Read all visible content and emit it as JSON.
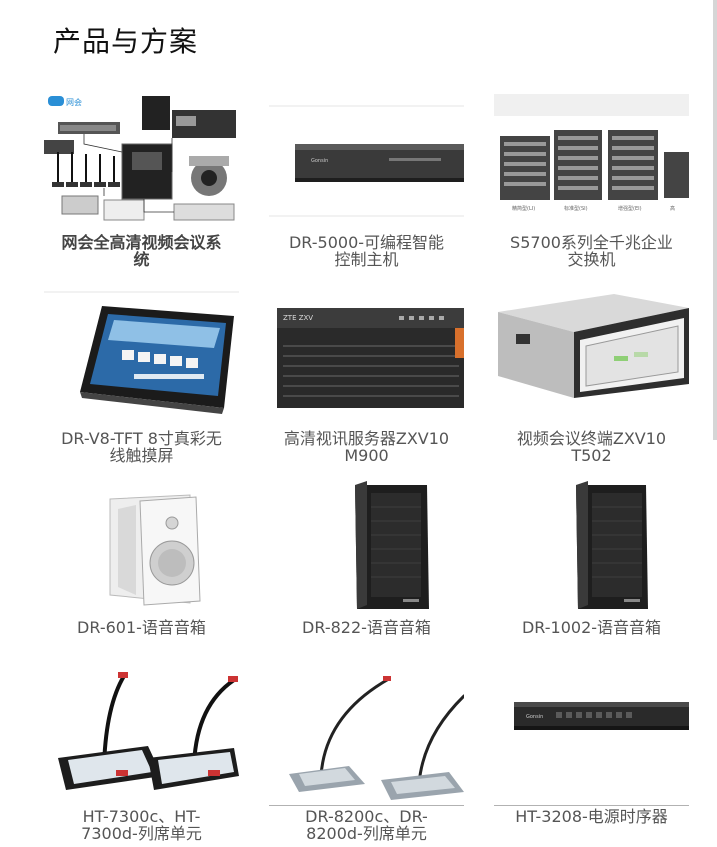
{
  "page": {
    "title": "产品与方案"
  },
  "products": [
    {
      "name": "网会全高清视频会议系统",
      "lines": [
        "网会全高清视频会议系",
        "统"
      ],
      "image": "video-conference-system-diagram",
      "bold": true
    },
    {
      "name": "DR-5000-可编程智能控制主机",
      "lines": [
        "DR-5000-可编程智能",
        "控制主机"
      ],
      "image": "rack-controller"
    },
    {
      "name": "S5700系列全千兆企业交换机",
      "lines": [
        "S5700系列全千兆企业",
        "交换机"
      ],
      "image": "network-switches"
    },
    {
      "name": "DR-V8-TFT 8寸真彩无线触摸屏",
      "lines": [
        "DR-V8-TFT 8寸真彩无",
        "线触摸屏"
      ],
      "image": "touch-panel"
    },
    {
      "name": "高清视讯服务器ZXV10 M900",
      "lines": [
        "高清视讯服务器ZXV10",
        "M900"
      ],
      "image": "video-server"
    },
    {
      "name": "视频会议终端ZXV10 T502",
      "lines": [
        "视频会议终端ZXV10",
        "T502"
      ],
      "image": "video-terminal"
    },
    {
      "name": "DR-601-语音音箱",
      "lines": [
        "DR-601-语音音箱"
      ],
      "image": "white-speaker"
    },
    {
      "name": "DR-822-语音音箱",
      "lines": [
        "DR-822-语音音箱"
      ],
      "image": "black-speaker"
    },
    {
      "name": "DR-1002-语音音箱",
      "lines": [
        "DR-1002-语音音箱"
      ],
      "image": "black-speaker"
    },
    {
      "name": "HT-7300c、HT-7300d-列席单元",
      "lines": [
        "HT-7300c、HT-",
        "7300d-列席单元"
      ],
      "image": "conference-mics-pair"
    },
    {
      "name": "DR-8200c、DR-8200d-列席单元",
      "lines": [
        "DR-8200c、DR-",
        "8200d-列席单元"
      ],
      "image": "gooseneck-mics"
    },
    {
      "name": "HT-3208-电源时序器",
      "lines": [
        "HT-3208-电源时序器"
      ],
      "image": "power-sequencer"
    }
  ],
  "colors": {
    "title": "#111111",
    "caption": "#555555",
    "brand_logo": "#2a8fd6"
  }
}
